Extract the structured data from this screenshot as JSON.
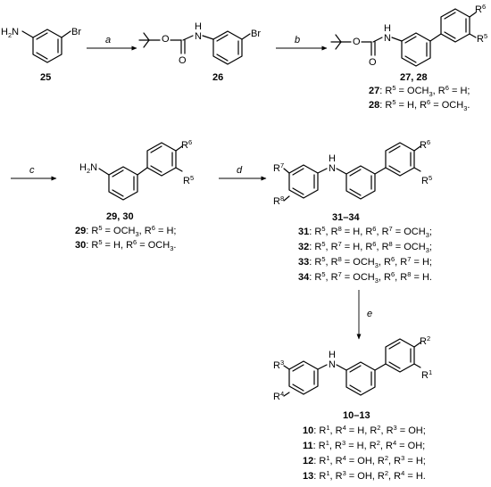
{
  "compounds": {
    "c25": {
      "id": "25",
      "nh2": "H2N",
      "br": "Br"
    },
    "c26": {
      "id": "26",
      "o": "O",
      "nh": "H",
      "n": "N",
      "br": "Br"
    },
    "c2728": {
      "id": "27, 28",
      "o": "O",
      "nh": "H",
      "n": "N",
      "r6": "R6",
      "r5": "R5"
    },
    "c2930": {
      "id": "29, 30",
      "nh2": "H2N",
      "r6": "R6",
      "r5": "R5"
    },
    "c3134": {
      "id": "31–34",
      "r7": "R7",
      "r8": "R8",
      "nh": "H",
      "n": "N",
      "r6": "R6",
      "r5": "R5"
    },
    "c1013": {
      "id": "10–13",
      "r3": "R3",
      "r4": "R4",
      "nh": "H",
      "n": "N",
      "r2": "R2",
      "r1": "R1"
    }
  },
  "arrows": {
    "a": "a",
    "b": "b",
    "c": "c",
    "d": "d",
    "e": "e"
  },
  "definitions": {
    "d27": {
      "num": "27",
      "text": ": R5 = OCH3, R6 = H;"
    },
    "d28": {
      "num": "28",
      "text": ": R5 = H, R6 = OCH3."
    },
    "d29": {
      "num": "29",
      "text": ": R5 = OCH3, R6 = H;"
    },
    "d30": {
      "num": "30",
      "text": ": R5 = H, R6 = OCH3."
    },
    "d31": {
      "num": "31",
      "text": ": R5, R8 = H, R6, R7 = OCH3;"
    },
    "d32": {
      "num": "32",
      "text": ": R5, R7 = H, R6, R8 = OCH3;"
    },
    "d33": {
      "num": "33",
      "text": ": R5, R8 = OCH3, R6, R7 = H;"
    },
    "d34": {
      "num": "34",
      "text": ": R5, R7 = OCH3, R6, R8 = H."
    },
    "d10": {
      "num": "10",
      "text": ": R1, R4 = H, R2, R3 = OH;"
    },
    "d11": {
      "num": "11",
      "text": ": R1, R3 = H, R2, R4 = OH;"
    },
    "d12": {
      "num": "12",
      "text": ": R1, R4 = OH, R2, R3 = H;"
    },
    "d13": {
      "num": "13",
      "text": ": R1, R3 = OH, R2, R4 = H."
    }
  }
}
